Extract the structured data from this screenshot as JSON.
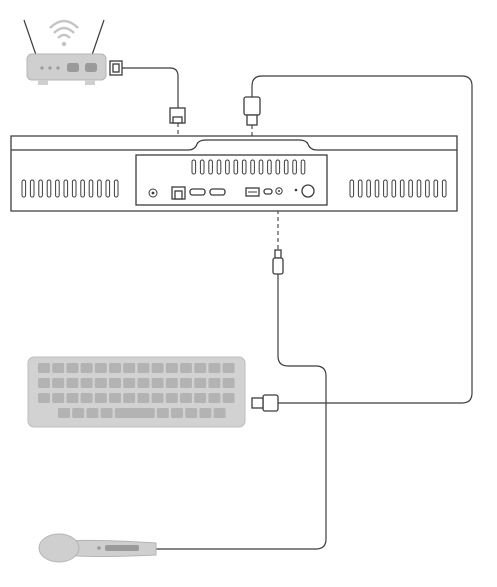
{
  "diagram": {
    "type": "connection-diagram",
    "devices": [
      {
        "id": "router",
        "icon": "wifi-router-icon"
      },
      {
        "id": "soundbar",
        "icon": "soundbar-icon"
      },
      {
        "id": "keyboard",
        "icon": "keyboard-icon"
      },
      {
        "id": "microphone",
        "icon": "microphone-icon"
      }
    ],
    "ports": [
      {
        "id": "dc-in",
        "icon": "dc-in-icon"
      },
      {
        "id": "ethernet",
        "icon": "ethernet-port-icon"
      },
      {
        "id": "hdmi-1",
        "icon": "hdmi-port-icon"
      },
      {
        "id": "hdmi-2",
        "icon": "hdmi-port-icon"
      },
      {
        "id": "usb-a",
        "icon": "usb-a-port-icon"
      },
      {
        "id": "usb-c",
        "icon": "usb-c-port-icon"
      },
      {
        "id": "audio-jack",
        "icon": "audio-jack-icon"
      },
      {
        "id": "power-button",
        "icon": "power-button-icon"
      }
    ],
    "connections": [
      {
        "from": "router",
        "to": "ethernet",
        "cable": "ethernet-cable"
      },
      {
        "from": "keyboard",
        "to": "usb-a",
        "cable": "usb-cable"
      },
      {
        "from": "microphone",
        "to": "audio-jack",
        "cable": "audio-cable"
      }
    ],
    "colors": {
      "line": "#3c3c3c",
      "device_fill": "#cfcfcf",
      "key_fill": "#b3b3b3"
    }
  }
}
